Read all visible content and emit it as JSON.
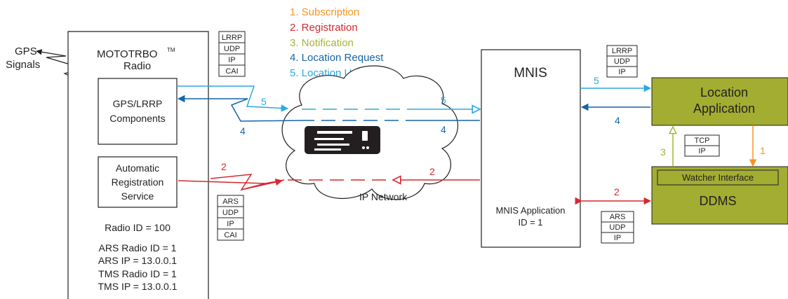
{
  "legend": {
    "items": [
      {
        "text": "1. Subscription",
        "color": "#f7941d"
      },
      {
        "text": "2. Registration",
        "color": "#d7282f"
      },
      {
        "text": "3. Notification",
        "color": "#a7b436"
      },
      {
        "text": "4. Location Request",
        "color": "#1565a9"
      },
      {
        "text": "5. Location Update",
        "color": "#29a9df"
      }
    ]
  },
  "gps": {
    "line1": "GPS",
    "line2": "Signals"
  },
  "radio": {
    "title": "MOTOTRBO",
    "tm": "TM",
    "subtitle": "Radio",
    "gps_component": {
      "line1": "GPS/LRRP",
      "line2": "Components"
    },
    "ars_component": {
      "line1": "Automatic",
      "line2": "Registration",
      "line3": "Service"
    },
    "radio_id": "Radio ID = 100",
    "ars_radio_id": "ARS Radio ID = 1",
    "ars_ip": "ARS IP = 13.0.0.1",
    "tms_radio_id": "TMS Radio ID = 1",
    "tms_ip": "TMS IP = 13.0.0.1"
  },
  "stacks": {
    "radio_lrrp": [
      "LRRP",
      "UDP",
      "IP",
      "CAI"
    ],
    "radio_ars": [
      "ARS",
      "UDP",
      "IP",
      "CAI"
    ],
    "mnis_lrrp": [
      "LRRP",
      "UDP",
      "IP"
    ],
    "ddms_ars": [
      "ARS",
      "UDP",
      "IP"
    ],
    "tcp_ip": [
      "TCP",
      "IP"
    ]
  },
  "network": {
    "label": "IP Network"
  },
  "mnis": {
    "title": "MNIS",
    "app_line1": "MNIS Application",
    "app_line2": "ID = 1"
  },
  "location_app": {
    "line1": "Location",
    "line2": "Application"
  },
  "ddms": {
    "title": "DDMS",
    "watcher": "Watcher Interface"
  },
  "arrow_labels": {
    "a5_left": "5",
    "a4_left": "4",
    "a2_left": "2",
    "a5_mid": "5",
    "a4_mid": "4",
    "a2_mid": "2",
    "a5_right": "5",
    "a4_right": "4",
    "a2_right": "2",
    "a3": "3",
    "a1": "1"
  },
  "colors": {
    "subscription": "#f7941d",
    "registration": "#d7282f",
    "notification": "#a7b436",
    "request": "#1565a9",
    "update": "#29a9df",
    "olive": "#a2ad32",
    "box_border": "#231f20"
  }
}
